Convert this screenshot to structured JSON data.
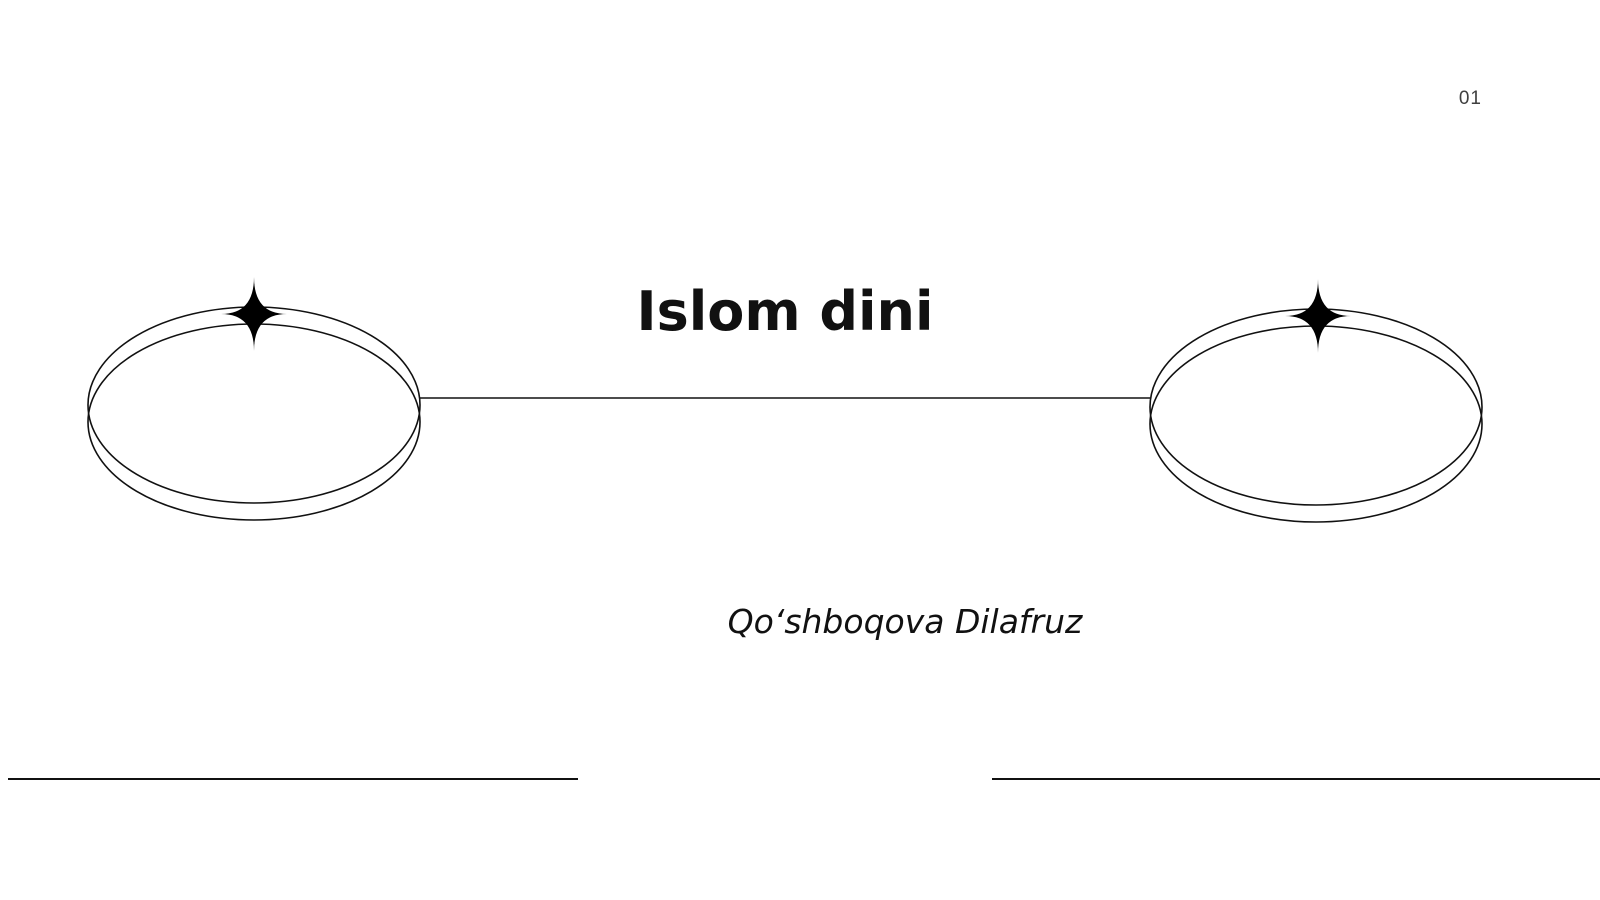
{
  "slide": {
    "page_number": "01",
    "title": "Islom dini",
    "author": "Qoʻshboqova Dilafruz"
  },
  "colors": {
    "background": "#ffffff",
    "ink": "#111111"
  },
  "icons": {
    "left_ornament": "double-ellipse-ring",
    "right_ornament": "double-ellipse-ring",
    "sparkle": "four-point-star"
  }
}
